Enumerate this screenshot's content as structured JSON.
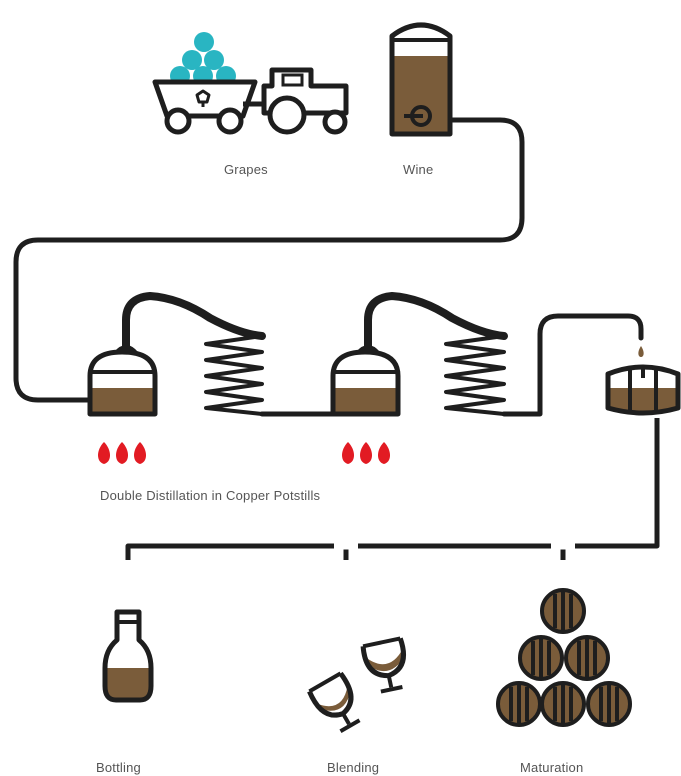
{
  "colors": {
    "outline": "#1e1e1e",
    "liquid": "#7a5c3a",
    "grape": "#29b5c2",
    "flame": "#e21b23",
    "label": "#555555"
  },
  "steps": {
    "grapes": "Grapes",
    "wine": "Wine",
    "distillation": "Double Distillation in Copper Potstills",
    "bottling": "Bottling",
    "blending": "Blending",
    "maturation": "Maturation"
  },
  "icons": {
    "grapes": "grape-cart-tractor-icon",
    "wine": "wine-vat-icon",
    "still": "copper-potstill-icon",
    "coil": "condenser-coil-icon",
    "flame": "flame-icon",
    "cask": "cask-icon",
    "bottle": "cognac-bottle-icon",
    "glass": "snifter-glass-icon",
    "barrels": "barrel-stack-icon"
  }
}
